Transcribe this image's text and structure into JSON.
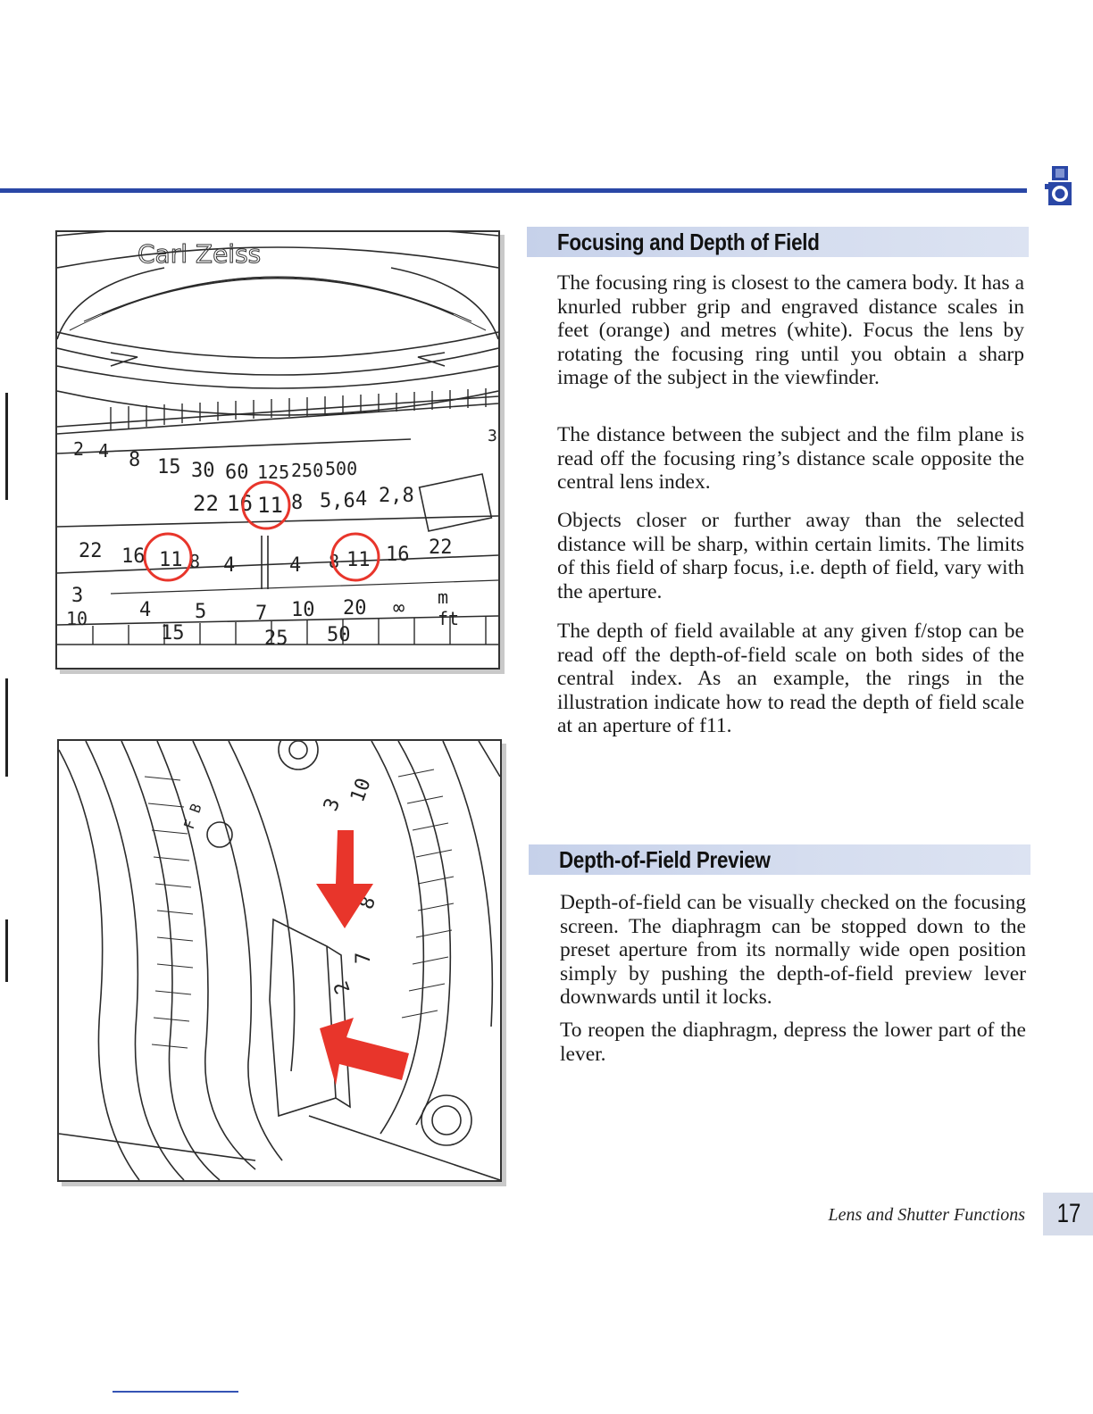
{
  "colors": {
    "accent_blue": "#2a47a6",
    "highlight_red": "#e8352b",
    "header_band": "#d5ddef"
  },
  "lens_illustration": {
    "brand": "Carl Zeiss",
    "shutter_scale": [
      "2",
      "4",
      "8",
      "15",
      "30",
      "60",
      "125",
      "250",
      "500"
    ],
    "aperture_scale": [
      "22",
      "16",
      "11",
      "8",
      "5,6",
      "4",
      "2,8"
    ],
    "dof_left": [
      "22",
      "16",
      "11",
      "8",
      "4"
    ],
    "dof_right": [
      "4",
      "8",
      "11",
      "16",
      "22"
    ],
    "metres_scale": [
      "3",
      "4",
      "5",
      "7",
      "10",
      "20",
      "∞"
    ],
    "feet_scale": [
      "10",
      "15",
      "25",
      "50"
    ],
    "unit_m": "m",
    "unit_ft": "ft",
    "edge_numeral": "3"
  },
  "lever_illustration": {
    "ring_numerals": [
      "3",
      "10",
      "8",
      "7",
      "2"
    ],
    "lens_marking": "F B"
  },
  "sections": [
    {
      "heading": "Focusing and Depth of Field",
      "paragraphs": [
        "The focusing ring is closest to the camera body. It has a knurled rubber grip and engraved distance scales in feet (orange) and metres (white). Focus the lens by rotating the focusing ring until you obtain a sharp image of the subject in the viewfinder.",
        "The distance between the subject and the film plane is read off the focusing ring’s distance scale opposite the central lens index.",
        "Objects closer or further away than the selected distance will be sharp, within certain limits. The limits of this field of sharp focus, i.e. depth of field, vary with the aperture.",
        "The depth of field available at any given f/stop can be read off the depth-of-field scale on both sides of the central index. As an example, the rings in the illustration indicate how to read the depth of field scale at an aperture of f11."
      ]
    },
    {
      "heading": "Depth-of-Field Preview",
      "paragraphs": [
        "Depth-of-field can be visually checked on the focusing screen. The diaphragm can be stopped down to the preset aperture from its normally wide open position simply by pushing the depth-of-field preview lever downwards until it locks.",
        "To reopen the diaphragm, depress the lower part of the lever."
      ]
    }
  ],
  "footer": {
    "section_title": "Lens and Shutter Functions",
    "page_number": "17"
  }
}
